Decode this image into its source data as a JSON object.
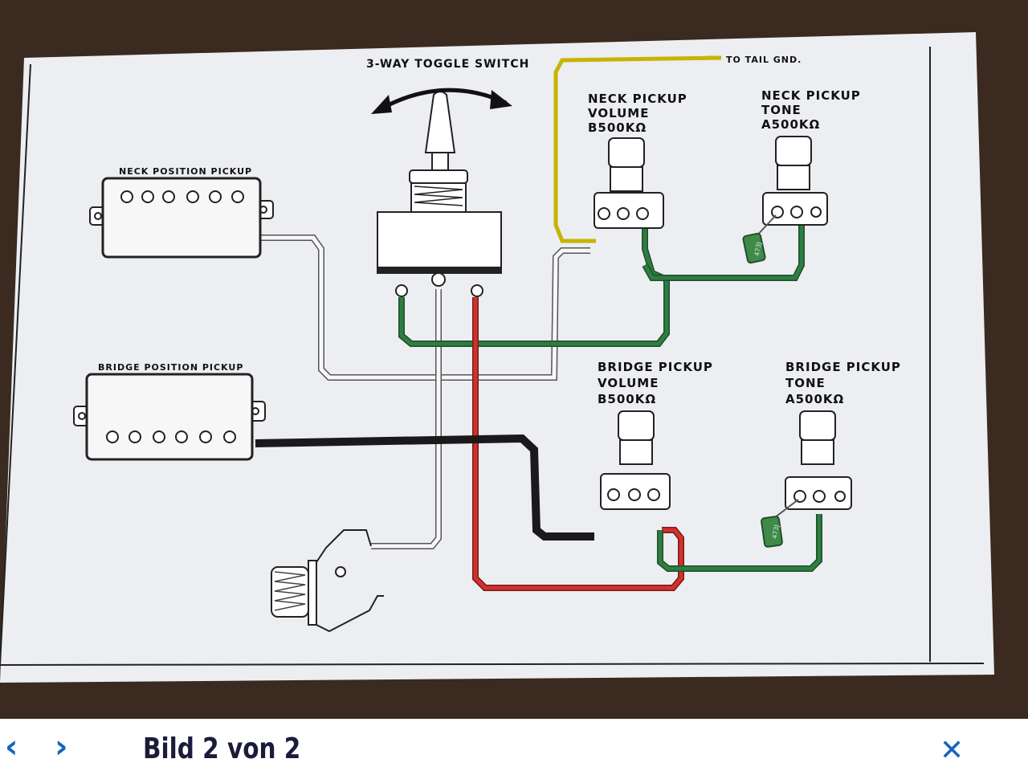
{
  "diagram": {
    "toggle_title": "3-WAY TOGGLE SWITCH",
    "tail_gnd": "TO TAIL GND.",
    "neck_position_pickup": "NECK POSITION PICKUP",
    "bridge_position_pickup": "BRIDGE POSITION PICKUP",
    "neck_volume": [
      "NECK PICKUP",
      "VOLUME",
      "B500KΩ"
    ],
    "neck_tone": [
      "NECK PICKUP",
      "TONE",
      "A500KΩ"
    ],
    "bridge_volume": [
      "BRIDGE PICKUP",
      "VOLUME",
      "B500KΩ"
    ],
    "bridge_tone": [
      "BRIDGE PICKUP",
      "TONE",
      "A500KΩ"
    ],
    "capacitor_label": "473J",
    "wire_colors": {
      "green": "#2e7d43",
      "red": "#c62828",
      "black": "#1a1a1a",
      "yellow": "#c8b400",
      "white": "#f4f4f4"
    }
  },
  "viewer": {
    "prev_icon": "‹",
    "next_icon": "›",
    "page_counter": "Bild 2 von 2",
    "close_icon": "✕"
  }
}
